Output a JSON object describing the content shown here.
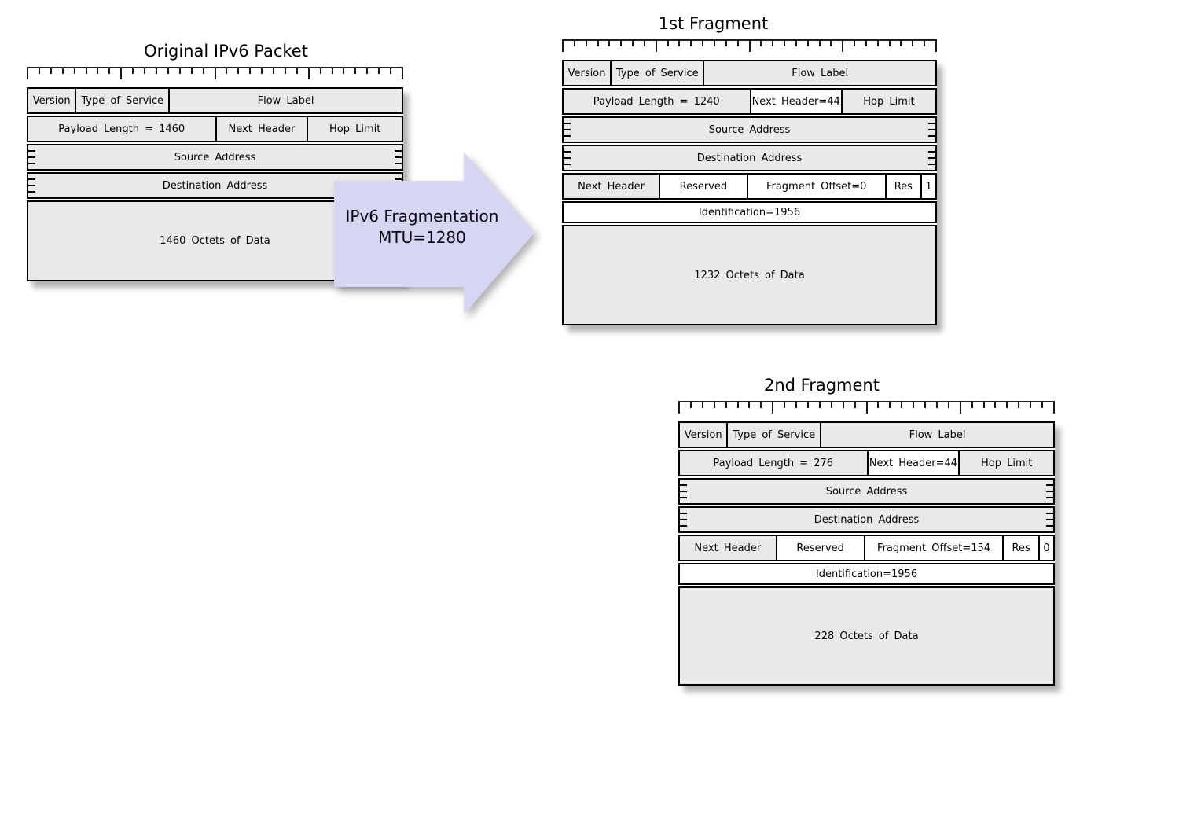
{
  "colors": {
    "cell_fill": "#e9e9e9",
    "cell_white": "#ffffff",
    "border": "#000000",
    "arrow_fill": "#d6d6f2",
    "background": "#ffffff"
  },
  "arrow": {
    "line1": "IPv6 Fragmentation",
    "line2": "MTU=1280"
  },
  "original": {
    "title": "Original IPv6 Packet",
    "version": "Version",
    "type_of_service": "Type of Service",
    "flow_label": "Flow Label",
    "payload_length": "Payload Length = 1460",
    "next_header": "Next Header",
    "hop_limit": "Hop Limit",
    "source_address": "Source Address",
    "destination_address": "Destination Address",
    "data": "1460 Octets of Data"
  },
  "fragment1": {
    "title": "1st Fragment",
    "version": "Version",
    "type_of_service": "Type of Service",
    "flow_label": "Flow Label",
    "payload_length": "Payload Length = 1240",
    "next_header": "Next Header=44",
    "hop_limit": "Hop Limit",
    "source_address": "Source Address",
    "destination_address": "Destination Address",
    "frag_next_header": "Next Header",
    "reserved": "Reserved",
    "fragment_offset": "Fragment Offset=0",
    "res": "Res",
    "m_flag": "1",
    "identification": "Identification=1956",
    "data": "1232 Octets of Data"
  },
  "fragment2": {
    "title": "2nd Fragment",
    "version": "Version",
    "type_of_service": "Type of Service",
    "flow_label": "Flow Label",
    "payload_length": "Payload Length = 276",
    "next_header": "Next Header=44",
    "hop_limit": "Hop Limit",
    "source_address": "Source Address",
    "destination_address": "Destination Address",
    "frag_next_header": "Next Header",
    "reserved": "Reserved",
    "fragment_offset": "Fragment Offset=154",
    "res": "Res",
    "m_flag": "0",
    "identification": "Identification=1956",
    "data": "228 Octets of Data"
  }
}
